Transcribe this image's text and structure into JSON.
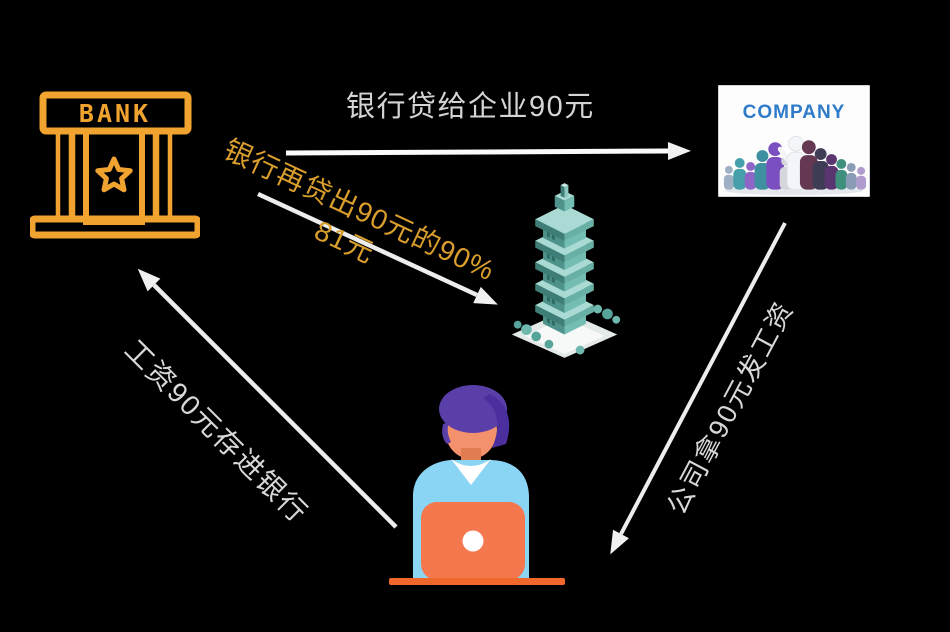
{
  "scene": {
    "background": "#000000",
    "description_texts_present": true
  },
  "bank": {
    "sign": "BANK",
    "color": "#F0A42F"
  },
  "company": {
    "sign": "COMPANY",
    "text_color": "#2E7BC9"
  },
  "labels": {
    "bank_to_company": "银行贷给企业90元",
    "reloan_line1": "银行再贷出90元的90%",
    "reloan_line2": "81元",
    "company_to_worker": "公司拿90元发工资",
    "worker_to_bank": "工资90元存进银行"
  },
  "icons": {
    "bank": "bank-building-icon",
    "company": "company-crowd-image",
    "office": "office-tower-icon",
    "worker": "worker-at-laptop-icon",
    "arrows": [
      "bank-to-company-arrow",
      "bank-reloan-arrow",
      "company-to-worker-arrow",
      "worker-to-bank-arrow"
    ]
  },
  "colors": {
    "bank_gold": "#F0A42F",
    "reloan_text_gold": "#D99E2C",
    "arrow_white": "#F0F0F0",
    "label_gray_white": "#D8D8D8",
    "company_blue": "#2E7BC9",
    "building_teal": "#74BDB3",
    "building_teal_dark": "#4E938B",
    "worker_hair_purple": "#5A3FA9",
    "worker_shirt_blue": "#8BD5F4",
    "laptop_orange": "#F4774E",
    "desk_orange": "#F2672C"
  }
}
